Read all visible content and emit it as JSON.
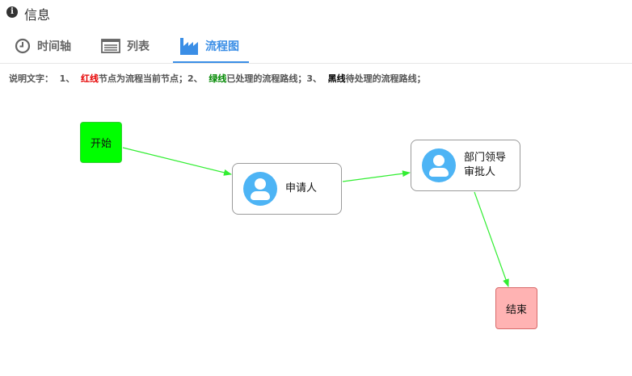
{
  "header": {
    "title": "信息"
  },
  "tabs": [
    {
      "label": "时间轴"
    },
    {
      "label": "列表"
    },
    {
      "label": "流程图"
    }
  ],
  "description": {
    "prefix": "说明文字：",
    "item1_num": "1、",
    "item1_color_word": "红线",
    "item1_rest": "节点为流程当前节点；",
    "item2_num": "2、",
    "item2_color_word": "绿线",
    "item2_rest": "已处理的流程路线；",
    "item3_num": "3、",
    "item3_color_word": "黑线",
    "item3_rest": "待处理的流程路线；"
  },
  "flow": {
    "start_label": "开始",
    "task1_label": "申请人",
    "task2_label_line1": "部门领导",
    "task2_label_line2": "审批人",
    "end_label": "结束"
  },
  "colors": {
    "accent": "#3a8ee6",
    "done_line": "#33ee33",
    "start_fill": "#00ff00",
    "end_fill": "#ffb3b3"
  }
}
